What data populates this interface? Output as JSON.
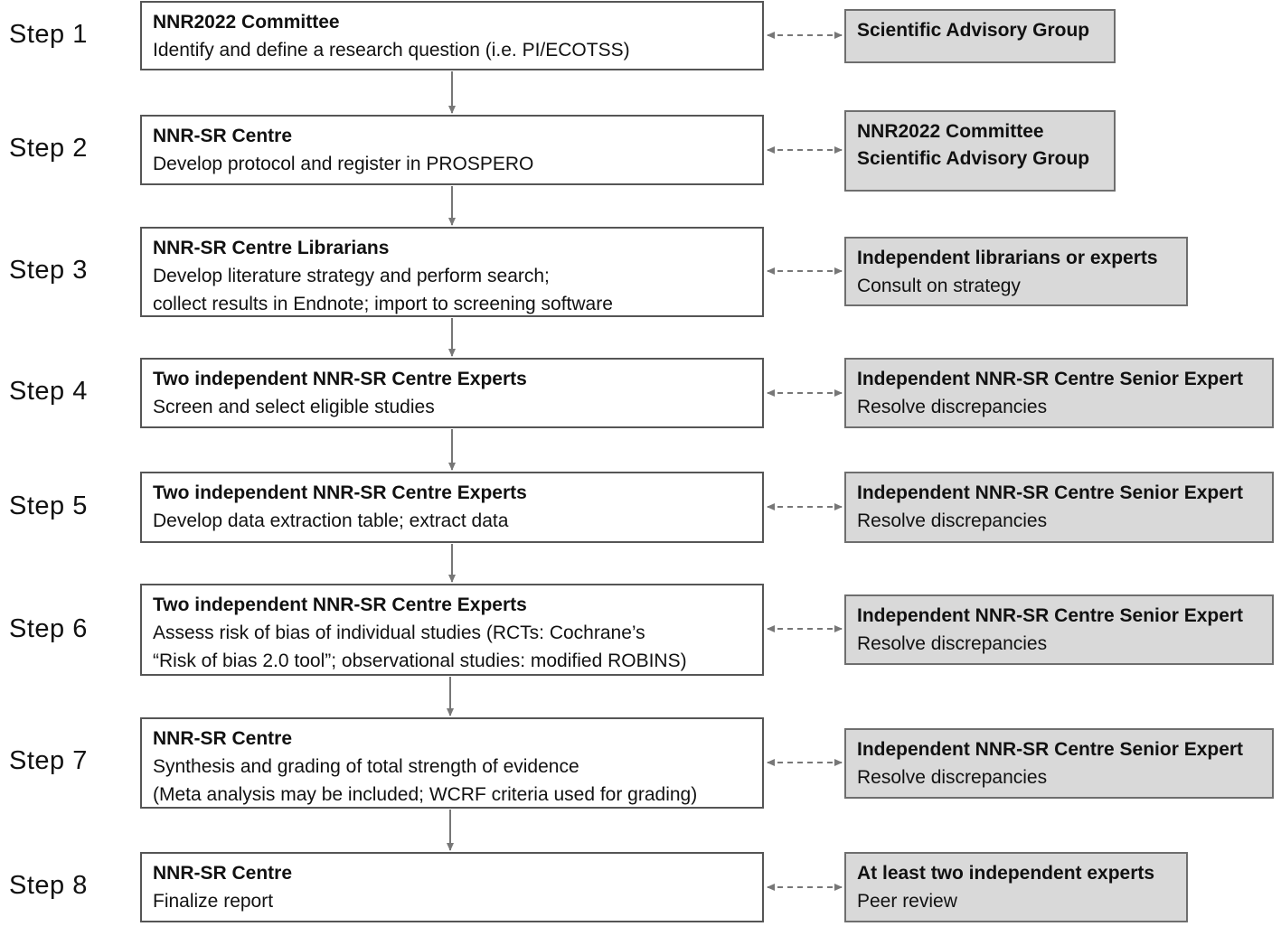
{
  "steps": [
    {
      "label": "Step 1",
      "main": {
        "title": "NNR2022 Committee",
        "lines": [
          "Identify and define a research question (i.e. PI/ECOTSS)"
        ]
      },
      "side": {
        "lines": [
          "Scientific Advisory Group"
        ],
        "bold_lines": 1
      }
    },
    {
      "label": "Step 2",
      "main": {
        "title": "NNR-SR Centre",
        "lines": [
          "Develop protocol and register in PROSPERO"
        ]
      },
      "side": {
        "lines": [
          "NNR2022 Committee",
          "Scientific Advisory Group"
        ],
        "bold_lines": 2
      }
    },
    {
      "label": "Step 3",
      "main": {
        "title": "NNR-SR Centre Librarians",
        "lines": [
          "Develop literature strategy and perform search;",
          "collect results in Endnote; import to screening software"
        ]
      },
      "side": {
        "lines": [
          "Independent librarians or experts",
          "Consult on strategy"
        ],
        "bold_lines": 1
      }
    },
    {
      "label": "Step 4",
      "main": {
        "title": "Two independent NNR-SR Centre Experts",
        "lines": [
          "Screen and select eligible studies"
        ]
      },
      "side": {
        "lines": [
          "Independent NNR-SR Centre Senior Expert",
          "Resolve discrepancies"
        ],
        "bold_lines": 1
      }
    },
    {
      "label": "Step 5",
      "main": {
        "title": "Two independent NNR-SR Centre Experts",
        "lines": [
          "Develop data extraction table; extract data"
        ]
      },
      "side": {
        "lines": [
          "Independent NNR-SR Centre Senior Expert",
          "Resolve discrepancies"
        ],
        "bold_lines": 1
      }
    },
    {
      "label": "Step 6",
      "main": {
        "title": "Two independent NNR-SR Centre Experts",
        "lines": [
          "Assess risk of bias of individual studies (RCTs: Cochrane’s",
          "“Risk of bias 2.0 tool”; observational studies: modified ROBINS)"
        ]
      },
      "side": {
        "lines": [
          "Independent NNR-SR Centre Senior Expert",
          "Resolve discrepancies"
        ],
        "bold_lines": 1
      }
    },
    {
      "label": "Step 7",
      "main": {
        "title": "NNR-SR Centre",
        "lines": [
          "Synthesis and grading of total strength of evidence",
          "(Meta analysis may be included; WCRF criteria used for grading)"
        ]
      },
      "side": {
        "lines": [
          "Independent NNR-SR Centre Senior Expert",
          "Resolve discrepancies"
        ],
        "bold_lines": 1
      }
    },
    {
      "label": "Step 8",
      "main": {
        "title": "NNR-SR Centre",
        "lines": [
          "Finalize report"
        ]
      },
      "side": {
        "lines": [
          "At least two independent experts",
          "Peer review"
        ],
        "bold_lines": 1
      }
    }
  ],
  "colors": {
    "main_fill": "#ffffff",
    "side_fill": "#d9d9d9",
    "arrow": "#777777"
  }
}
